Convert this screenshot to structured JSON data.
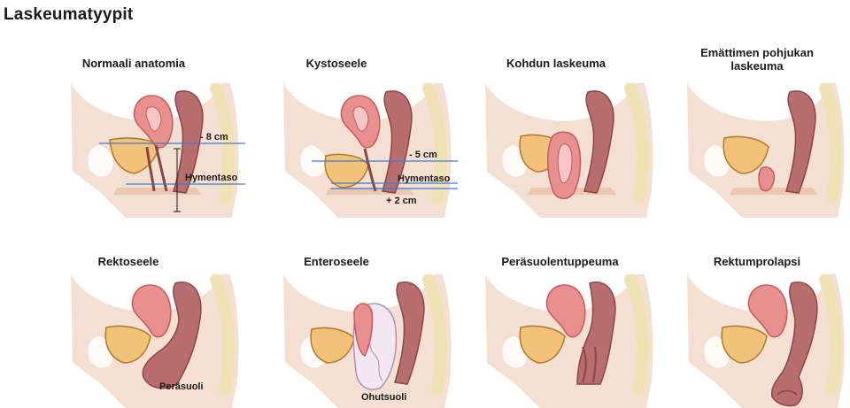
{
  "title": "Laskeumatyypit",
  "panels": [
    {
      "caption": "Normaali anatomia",
      "labels": {
        "minus": "- 8 cm",
        "hymen": "Hymentaso"
      }
    },
    {
      "caption": "Kystoseele",
      "labels": {
        "minus": "- 5 cm",
        "hymen": "Hymentaso",
        "plus": "+ 2 cm"
      }
    },
    {
      "caption": "Kohdun laskeuma"
    },
    {
      "caption_line1": "Emättimen pohjukan",
      "caption_line2": "laskeuma"
    },
    {
      "caption": "Rektoseele",
      "labels": {
        "organ": "Peräsuoli"
      }
    },
    {
      "caption": "Enteroseele",
      "labels": {
        "organ": "Ohutsuoli"
      }
    },
    {
      "caption": "Peräsuolentuppeuma"
    },
    {
      "caption": "Rektumprolapsi"
    }
  ],
  "colors": {
    "skin": "#f4e0d2",
    "skin_dark": "#e9c7b2",
    "uterus": "#e88f8f",
    "uterus_dark": "#c85a5a",
    "rectum": "#b86e6e",
    "rectum_dark": "#8a4545",
    "bladder": "#f2c27a",
    "bone": "#efe2b5",
    "line": "#3b7bd4",
    "bowel": "#f3e8f2"
  }
}
